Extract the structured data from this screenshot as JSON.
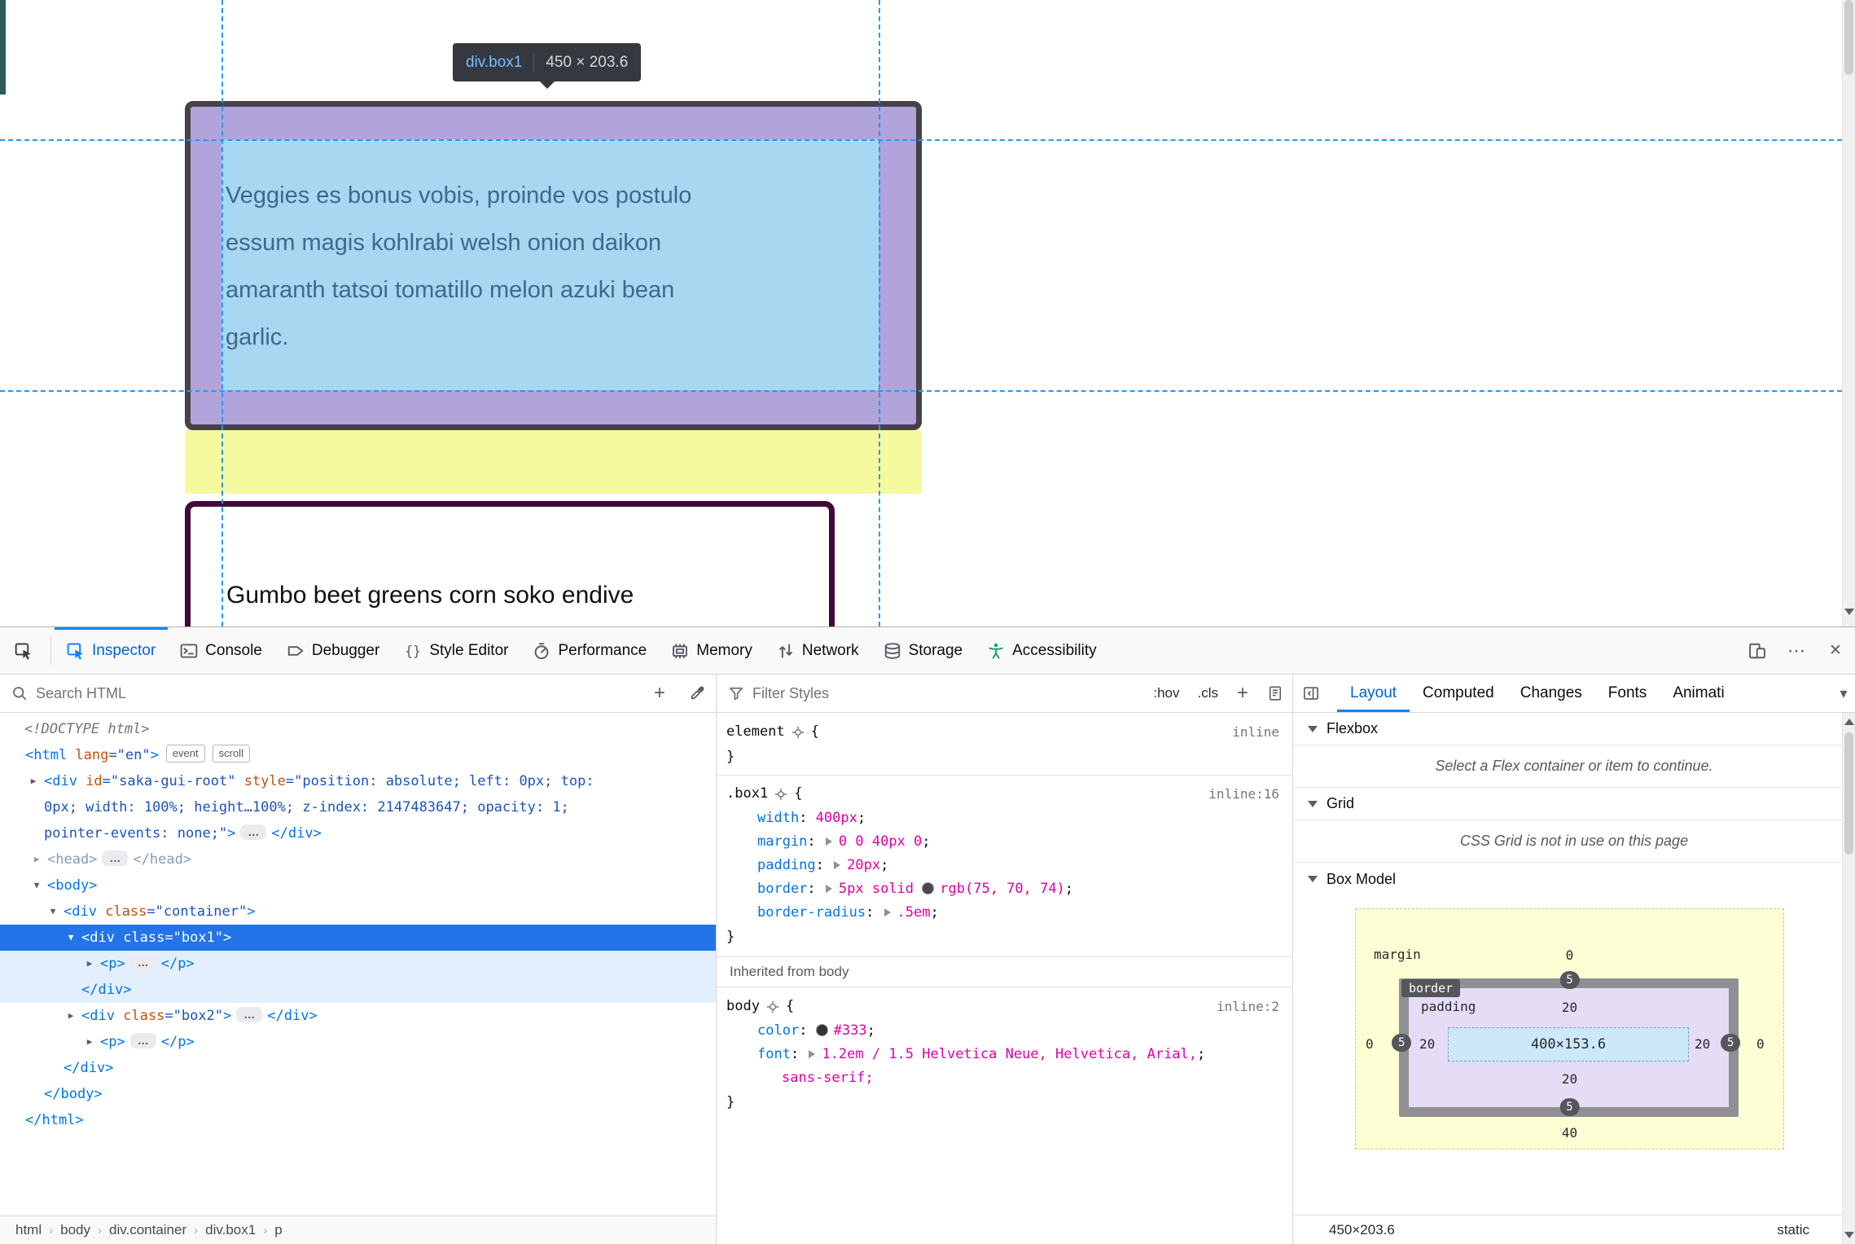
{
  "colors": {
    "accent": "#0a84ff",
    "selection": "#2274e8",
    "highlight_content": "#a8d7f1",
    "highlight_padding": "#b1a4da",
    "highlight_margin": "#f4fa9d",
    "infobar_bg": "#35383f"
  },
  "page": {
    "tooltip": {
      "selector": "div.box1",
      "size": "450 × 203.6"
    },
    "box1_text": "Veggies es bonus vobis, proinde vos postulo\nessum magis kohlrabi welsh onion daikon\namaranth tatsoi tomatillo melon azuki bean\ngarlic.",
    "box2_text": "Gumbo beet greens corn soko endive"
  },
  "devtools": {
    "tabs": [
      {
        "label": "Inspector",
        "icon": "inspector-icon",
        "active": true
      },
      {
        "label": "Console",
        "icon": "console-icon"
      },
      {
        "label": "Debugger",
        "icon": "debugger-icon"
      },
      {
        "label": "Style Editor",
        "icon": "style-editor-icon"
      },
      {
        "label": "Performance",
        "icon": "performance-icon"
      },
      {
        "label": "Memory",
        "icon": "memory-icon"
      },
      {
        "label": "Network",
        "icon": "network-icon"
      },
      {
        "label": "Storage",
        "icon": "storage-icon"
      },
      {
        "label": "Accessibility",
        "icon": "accessibility-icon",
        "a11y": true
      }
    ],
    "search_placeholder": "Search HTML",
    "filter_placeholder": "Filter Styles",
    "filter": {
      "pseudo_label": ":hov",
      "class_label": ".cls",
      "add_label": "+"
    },
    "sidebar_tabs": [
      {
        "label": "Layout",
        "active": true
      },
      {
        "label": "Computed"
      },
      {
        "label": "Changes"
      },
      {
        "label": "Fonts"
      },
      {
        "label": "Animati"
      }
    ],
    "markup": {
      "lines": [
        {
          "indent": 30,
          "segs": [
            [
              "d",
              "<!DOCTYPE html>"
            ]
          ]
        },
        {
          "indent": 31,
          "segs": [
            [
              "t",
              "<html "
            ],
            [
              "a",
              "lang"
            ],
            [
              "v",
              "=\"en\""
            ],
            [
              "t",
              ">"
            ],
            [
              "badge",
              "event"
            ],
            [
              "badge",
              "scroll"
            ]
          ]
        },
        {
          "indent": 54,
          "arrow": "closed",
          "segs": [
            [
              "t",
              "<div "
            ],
            [
              "a",
              "id"
            ],
            [
              "v",
              "=\"saka-gui-root\""
            ],
            [
              "t",
              " "
            ],
            [
              "a",
              "style"
            ],
            [
              "v",
              "=\"position: absolute; left: 0px; top:"
            ]
          ]
        },
        {
          "indent": 54,
          "segs": [
            [
              "v",
              "0px; width: 100%; height…100%; z-index: 2147483647; opacity: 1;"
            ]
          ]
        },
        {
          "indent": 54,
          "segs": [
            [
              "v",
              "pointer-events: none;\""
            ],
            [
              "t",
              ">"
            ],
            [
              "ell",
              "…"
            ],
            [
              "t",
              "</div>"
            ]
          ]
        },
        {
          "indent": 58,
          "arrow": "closed",
          "state": "dim",
          "segs": [
            [
              "t",
              "<head>"
            ],
            [
              "ell",
              "…"
            ],
            [
              "t",
              "</head>"
            ]
          ]
        },
        {
          "indent": 58,
          "arrow": "open",
          "segs": [
            [
              "t",
              "<body>"
            ]
          ]
        },
        {
          "indent": 78,
          "arrow": "open",
          "segs": [
            [
              "t",
              "<div "
            ],
            [
              "a",
              "class"
            ],
            [
              "v",
              "=\"container\""
            ],
            [
              "t",
              ">"
            ]
          ]
        },
        {
          "indent": 100,
          "arrow": "open",
          "state": "sel",
          "segs": [
            [
              "t",
              "<div "
            ],
            [
              "a",
              "class"
            ],
            [
              "v",
              "=\"box1\""
            ],
            [
              "t",
              ">"
            ]
          ]
        },
        {
          "indent": 123,
          "arrow": "closed",
          "state": "sub",
          "segs": [
            [
              "t",
              "<p>"
            ],
            [
              "ell",
              "…"
            ],
            [
              "t",
              "</p>"
            ]
          ]
        },
        {
          "indent": 100,
          "state": "sub",
          "segs": [
            [
              "t",
              "</div>"
            ]
          ]
        },
        {
          "indent": 100,
          "arrow": "closed",
          "segs": [
            [
              "t",
              "<div "
            ],
            [
              "a",
              "class"
            ],
            [
              "v",
              "=\"box2\""
            ],
            [
              "t",
              ">"
            ],
            [
              "ell",
              "…"
            ],
            [
              "t",
              "</div>"
            ]
          ]
        },
        {
          "indent": 123,
          "arrow": "closed",
          "segs": [
            [
              "t",
              "<p>"
            ],
            [
              "ell",
              "…"
            ],
            [
              "t",
              "</p>"
            ]
          ]
        },
        {
          "indent": 78,
          "segs": [
            [
              "t",
              "</div>"
            ]
          ]
        },
        {
          "indent": 54,
          "segs": [
            [
              "t",
              "</body>"
            ]
          ]
        },
        {
          "indent": 31,
          "segs": [
            [
              "t",
              "</html>"
            ]
          ]
        }
      ]
    },
    "breadcrumbs": [
      "html",
      "body",
      "div.container",
      "div.box1",
      "p"
    ],
    "rules": [
      {
        "type": "rule",
        "selector": "element",
        "link": "inline",
        "decls": []
      },
      {
        "type": "rule",
        "selector": ".box1",
        "link": "inline:16",
        "decls": [
          {
            "name": "width",
            "value": [
              [
                "v",
                "400px"
              ]
            ]
          },
          {
            "name": "margin",
            "expand": true,
            "value": [
              [
                "v",
                "0 0 40px 0"
              ]
            ]
          },
          {
            "name": "padding",
            "expand": true,
            "value": [
              [
                "v",
                "20px"
              ]
            ]
          },
          {
            "name": "border",
            "expand": true,
            "value": [
              [
                "v",
                "5px solid "
              ],
              [
                "swatch",
                "#4B464A"
              ],
              [
                "v",
                "rgb(75, 70, 74)"
              ]
            ]
          },
          {
            "name": "border-radius",
            "expand": true,
            "value": [
              [
                "v",
                ".5em"
              ]
            ]
          }
        ]
      },
      {
        "type": "header",
        "text": "Inherited from body"
      },
      {
        "type": "rule",
        "selector": "body",
        "link": "inline:2",
        "decls": [
          {
            "name": "color",
            "value": [
              [
                "swatch",
                "#333333"
              ],
              [
                "v",
                "#333"
              ]
            ]
          },
          {
            "name": "font",
            "expand": true,
            "value": [
              [
                "v",
                "1.2em / 1.5 Helvetica Neue, Helvetica, Arial,"
              ]
            ],
            "cont": "sans-serif;"
          }
        ]
      }
    ],
    "layout": {
      "flexbox": {
        "title": "Flexbox",
        "message": "Select a Flex container or item to continue."
      },
      "grid": {
        "title": "Grid",
        "message": "CSS Grid is not in use on this page"
      },
      "boxmodel": {
        "title": "Box Model",
        "margin_label": "margin",
        "border_label": "border",
        "padding_label": "padding",
        "values": {
          "content": "400×153.6",
          "margin_top": "0",
          "margin_bottom": "40",
          "margin_left": "0",
          "margin_right": "0",
          "border_top": "5",
          "border_bottom": "5",
          "border_left": "5",
          "border_right": "5",
          "padding_top": "20",
          "padding_bottom": "20",
          "padding_left": "20",
          "padding_right": "20"
        },
        "footer_size": "450×203.6",
        "footer_position": "static"
      }
    }
  }
}
